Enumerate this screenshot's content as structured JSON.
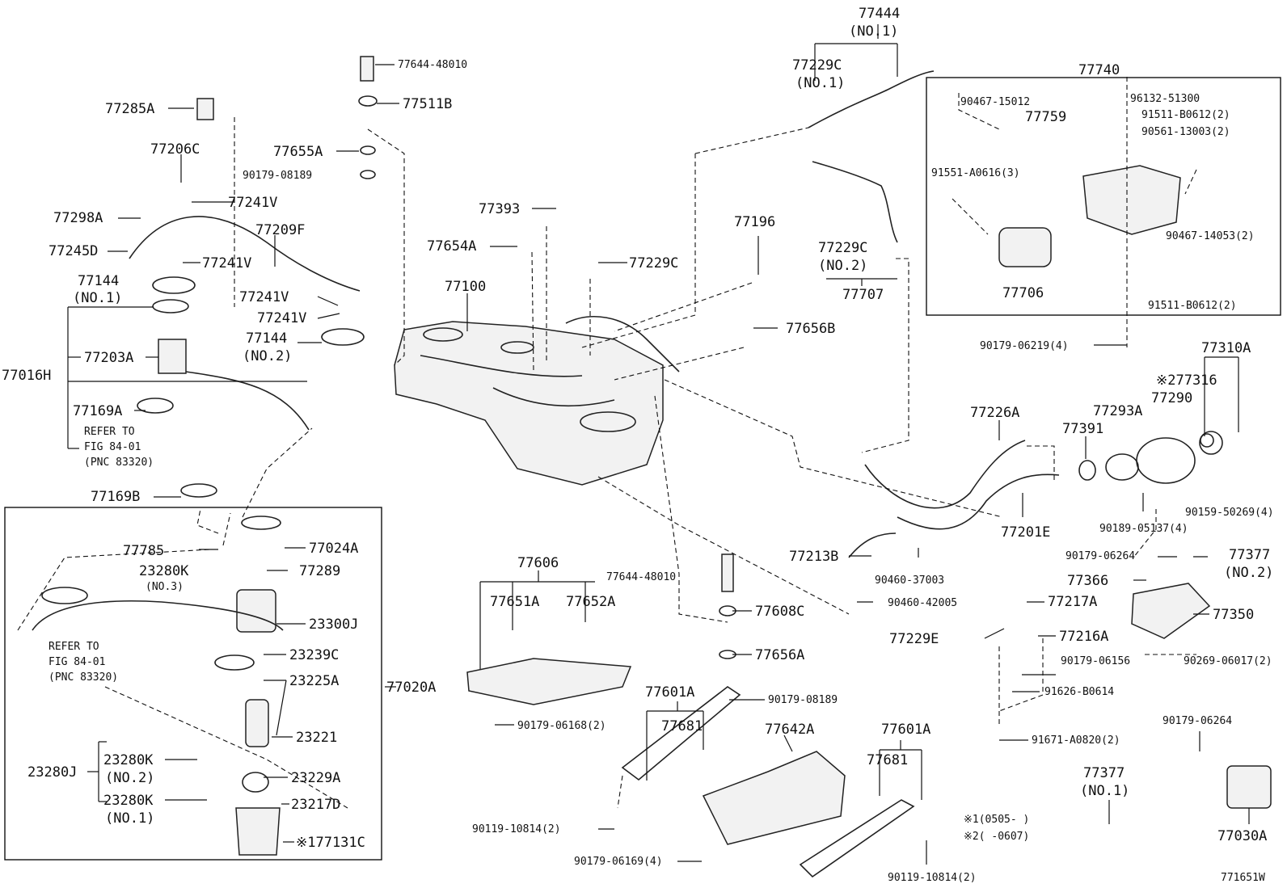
{
  "diagram_id": "771651W",
  "notes": {
    "n1": "※1(0505-    )",
    "n2": "※2(    -0607)"
  },
  "labels": {
    "p77444": "77444",
    "p77444_sub": "(NO.1)",
    "p77229c_1": "77229C",
    "p77229c_1_sub": "(NO.1)",
    "p77740": "77740",
    "p90467_15012": "90467-15012",
    "p96132_51300": "96132-51300",
    "p77759": "77759",
    "p91511_b0612_a": "91511-B0612(2)",
    "p90561_13003": "90561-13003(2)",
    "p91551_a0616": "91551-A0616(3)",
    "p90467_14053": "90467-14053(2)",
    "p77706": "77706",
    "p91511_b0612_b": "91511-B0612(2)",
    "p77644_48010_a": "77644-48010",
    "p77511b": "77511B",
    "p77285a": "77285A",
    "p77655a": "77655A",
    "p90179_08189_a": "90179-08189",
    "p77206c": "77206C",
    "p77298a": "77298A",
    "p77241v_a": "77241V",
    "p77209f": "77209F",
    "p77245d": "77245D",
    "p77241v_b": "77241V",
    "p77144_1": "77144",
    "p77144_1_sub": "(NO.1)",
    "p77241v_c": "77241V",
    "p77241v_d": "77241V",
    "p77144_2": "77144",
    "p77144_2_sub": "(NO.2)",
    "p77016h": "77016H",
    "p77203a": "77203A",
    "p77169a": "77169A",
    "refer1_a": "REFER TO",
    "refer1_b": "FIG 84-01",
    "refer1_c": "(PNC 83320)",
    "p77169b": "77169B",
    "p77393": "77393",
    "p77654a": "77654A",
    "p77229c_c": "77229C",
    "p77196": "77196",
    "p77100": "77100",
    "p77229c_2": "77229C",
    "p77229c_2_sub": "(NO.2)",
    "p77707": "77707",
    "p77656b": "77656B",
    "p90179_06219": "90179-06219(4)",
    "p77310a": "77310A",
    "p77316": "※277316",
    "p77226a": "77226A",
    "p77293a": "77293A",
    "p77290": "77290",
    "p77391": "77391",
    "p90159_50269": "90159-50269(4)",
    "p77201e": "77201E",
    "p90189_05137": "90189-05137(4)",
    "p90179_06264_a": "90179-06264",
    "p77377_2": "77377",
    "p77377_2_sub": "(NO.2)",
    "p77213b": "77213B",
    "p90460_37003": "90460-37003",
    "p77366": "77366",
    "p90460_42005": "90460-42005",
    "p77217a": "77217A",
    "p77350": "77350",
    "p77229e": "77229E",
    "p77216a": "77216A",
    "p90179_06156": "90179-06156",
    "p90269_06017": "90269-06017(2)",
    "p91626_b0614": "91626-B0614",
    "p91671_a0820": "91671-A0820(2)",
    "p90179_06264_b": "90179-06264",
    "p77377_1": "77377",
    "p77377_1_sub": "(NO.1)",
    "p77030a": "77030A",
    "p77785": "77785",
    "p77024a": "77024A",
    "p23280k_3": "23280K",
    "p23280k_3_sub": "(NO.3)",
    "p77289": "77289",
    "p23300j": "23300J",
    "refer2_a": "REFER TO",
    "refer2_b": "FIG 84-01",
    "refer2_c": "(PNC 83320)",
    "p23239c": "23239C",
    "p23225a": "23225A",
    "p77020a": "77020A",
    "p23221": "23221",
    "p23280j": "23280J",
    "p23280k_2": "23280K",
    "p23280k_2_sub": "(NO.2)",
    "p23229a": "23229A",
    "p23280k_1": "23280K",
    "p23280k_1_sub": "(NO.1)",
    "p23217d": "23217D",
    "p77131c": "※177131C",
    "p77606": "77606",
    "p77651a": "77651A",
    "p77652a": "77652A",
    "p77644_48010_b": "77644-48010",
    "p77608c": "77608C",
    "p77656a": "77656A",
    "p90179_06168": "90179-06168(2)",
    "p77601a_a": "77601A",
    "p90179_08189_b": "90179-08189",
    "p77681_a": "77681",
    "p77642a": "77642A",
    "p77601a_b": "77601A",
    "p77681_b": "77681",
    "p90119_10814_a": "90119-10814(2)",
    "p90179_06169": "90179-06169(4)",
    "p90119_10814_b": "90119-10814(2)"
  }
}
